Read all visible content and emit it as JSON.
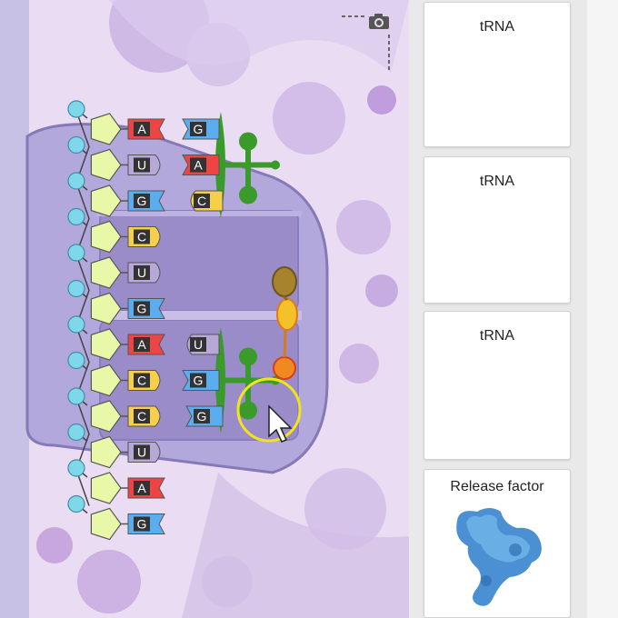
{
  "stage": {
    "colors": {
      "background": "#eadcf2",
      "ribosome_dark": "#9a8cc8",
      "ribosome_light": "#c9bfe6",
      "ribosome_outline": "#8579b7",
      "pentagon": "#e9f7a8",
      "phosphate": "#7fd8ea",
      "trna_green": "#3a9a2a",
      "red": "#ee4444",
      "blue": "#5aaef0",
      "yellow": "#f6d04a",
      "purple": "#b8a8d8"
    },
    "mrna_bases": [
      "A",
      "U",
      "G",
      "C",
      "U",
      "G",
      "A",
      "C",
      "C",
      "U",
      "A",
      "G"
    ],
    "trna_top_anticodon": [
      "G",
      "A",
      "C"
    ],
    "trna_bottom_anticodon": [
      "U",
      "G",
      "G"
    ],
    "camera_icon": "camera-icon",
    "cursor_icon": "mouse-pointer-icon"
  },
  "panel": {
    "cards": [
      {
        "label": "tRNA"
      },
      {
        "label": "tRNA"
      },
      {
        "label": "tRNA"
      },
      {
        "label": "Release factor",
        "icon": "release-factor-icon"
      }
    ]
  }
}
